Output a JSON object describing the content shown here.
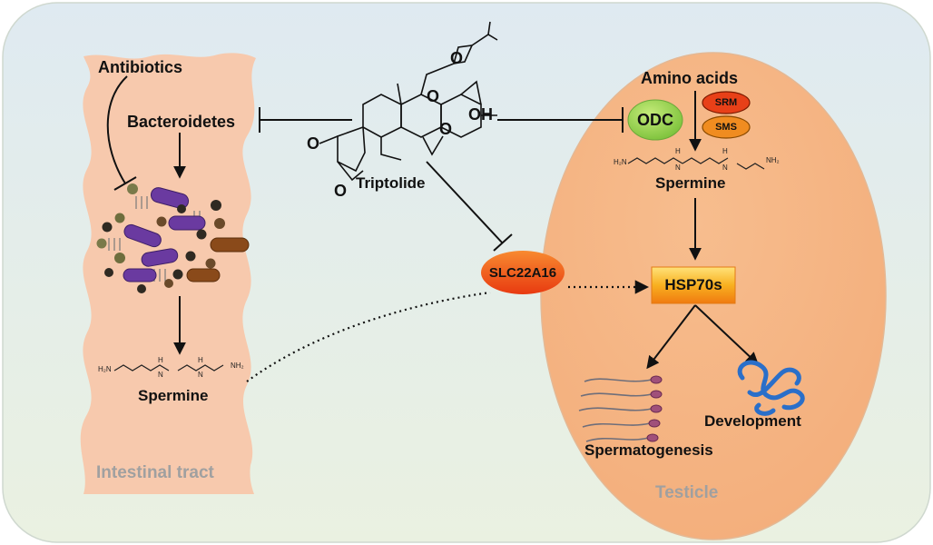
{
  "labels": {
    "antibiotics": "Antibiotics",
    "bacteroidetes": "Bacteroidetes",
    "spermine_gut": "Spermine",
    "intestinal_tract": "Intestinal tract",
    "triptolide": "Triptolide",
    "oh": "OH",
    "o_ketone": "O",
    "o_ring": "O",
    "o_epoxide_top": "O",
    "o_epoxide_mid": "O",
    "o_epoxide_low": "O",
    "amino_acids": "Amino  acids",
    "odc": "ODC",
    "srm": "SRM",
    "sms": "SMS",
    "spermine_testis": "Spermine",
    "slc": "SLC22A16",
    "hsp": "HSP70s",
    "spermatogenesis": "Spermatogenesis",
    "development": "Development",
    "testicle": "Testicle"
  },
  "formula_gut": {
    "left": "H₂N",
    "nh1": "H",
    "n1": "N",
    "nh2": "H",
    "n2": "N",
    "right": "NH₂"
  },
  "formula_testis": {
    "left": "H₂N",
    "nh1": "H",
    "n1": "N",
    "nh2": "H",
    "n2": "N",
    "right": "NH₂"
  },
  "colors": {
    "background_top": "#dfeaf1",
    "background_bottom": "#e9f0e0",
    "intestine_fill": "#f7c9ad",
    "testicle_fill": "#f6b98a",
    "odc_fill": "#a6d85a",
    "srm_fill": "#e84018",
    "sms_fill": "#f08c20",
    "slc_fill": "#ef4a10",
    "hsp_fill": "#f7a020",
    "protein_blue": "#2a6fc9",
    "bacteria_purple": "#6a3aa0",
    "bacteria_brown": "#8a4a1a"
  }
}
